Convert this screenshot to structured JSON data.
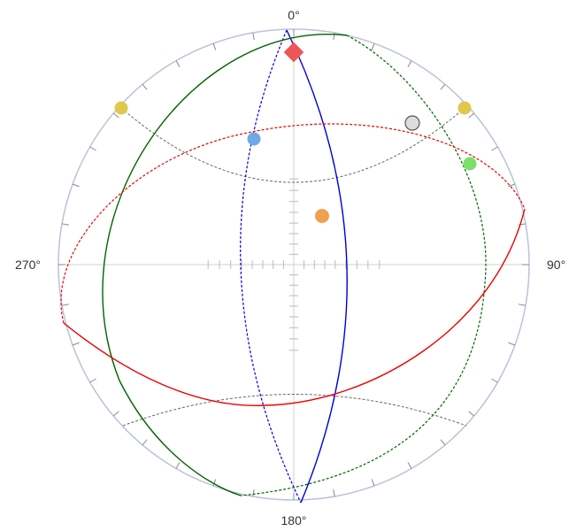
{
  "labels": {
    "north": "0°",
    "east": "90°",
    "south": "180°",
    "west": "270°"
  },
  "colors": {
    "rim": "#b8c4d8",
    "tick": "#888888",
    "axis": "#cccccc",
    "small_circle": "#666666",
    "plane_blue": "#0000dd",
    "plane_green": "#006400",
    "plane_red": "#ee0000",
    "pole_yellow": "#e0c84a",
    "pole_blue": "#6fa8e8",
    "pole_green": "#7be06a",
    "pole_orange": "#f0a050",
    "pole_grey": "#dddddd",
    "pole_diamond": "#ee5555"
  },
  "points": [
    {
      "name": "yellow-pole-left",
      "shape": "circle",
      "color": "#e0c84a"
    },
    {
      "name": "yellow-pole-right",
      "shape": "circle",
      "color": "#e0c84a"
    },
    {
      "name": "blue-pole",
      "shape": "circle",
      "color": "#6fa8e8"
    },
    {
      "name": "green-pole",
      "shape": "circle",
      "color": "#7be06a"
    },
    {
      "name": "orange-pole",
      "shape": "circle",
      "color": "#f0a050"
    },
    {
      "name": "grey-pole",
      "shape": "circle",
      "color": "#dddddd"
    },
    {
      "name": "red-diamond-pole",
      "shape": "diamond",
      "color": "#ee5555"
    }
  ]
}
